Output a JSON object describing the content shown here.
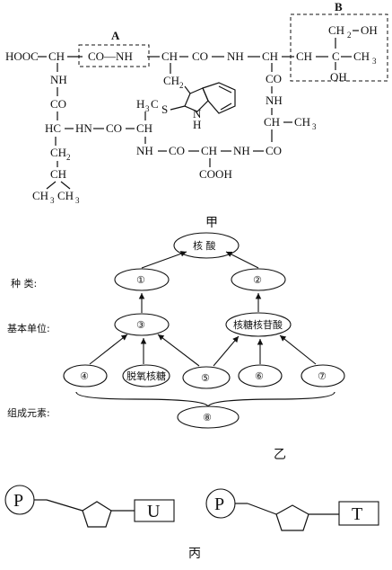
{
  "peptide": {
    "label_a": "A",
    "label_b": "B",
    "hooc": "HOOC",
    "ch": "CH",
    "co_nh": "CO—NH",
    "co": "CO",
    "nh": "NH",
    "ch2_sub": "2",
    "ch3": "CH",
    "ch3_sub": "3",
    "oh": "OH",
    "ch2oh": "CH",
    "s": "S",
    "n": "N",
    "h": "H",
    "hc": "HC",
    "hn": "HN",
    "cooh": "COOH",
    "c": "C",
    "h3c": "H",
    "ch3ch3": "CH"
  },
  "diagram_yi": {
    "title": "甲",
    "top": "核 酸",
    "n1": "①",
    "n2": "②",
    "n3": "③",
    "ribonucleotide": "核糖核苷酸",
    "n4": "④",
    "deoxyribose": "脱氧核糖",
    "n5": "⑤",
    "n6": "⑥",
    "n7": "⑦",
    "n8": "⑧",
    "row_kind": "种    类:",
    "row_unit": "基本单位:",
    "row_element": "组成元素:",
    "caption": "乙"
  },
  "diagram_bing": {
    "left_p": "P",
    "left_base": "U",
    "right_p": "P",
    "right_base": "T",
    "caption": "丙"
  }
}
